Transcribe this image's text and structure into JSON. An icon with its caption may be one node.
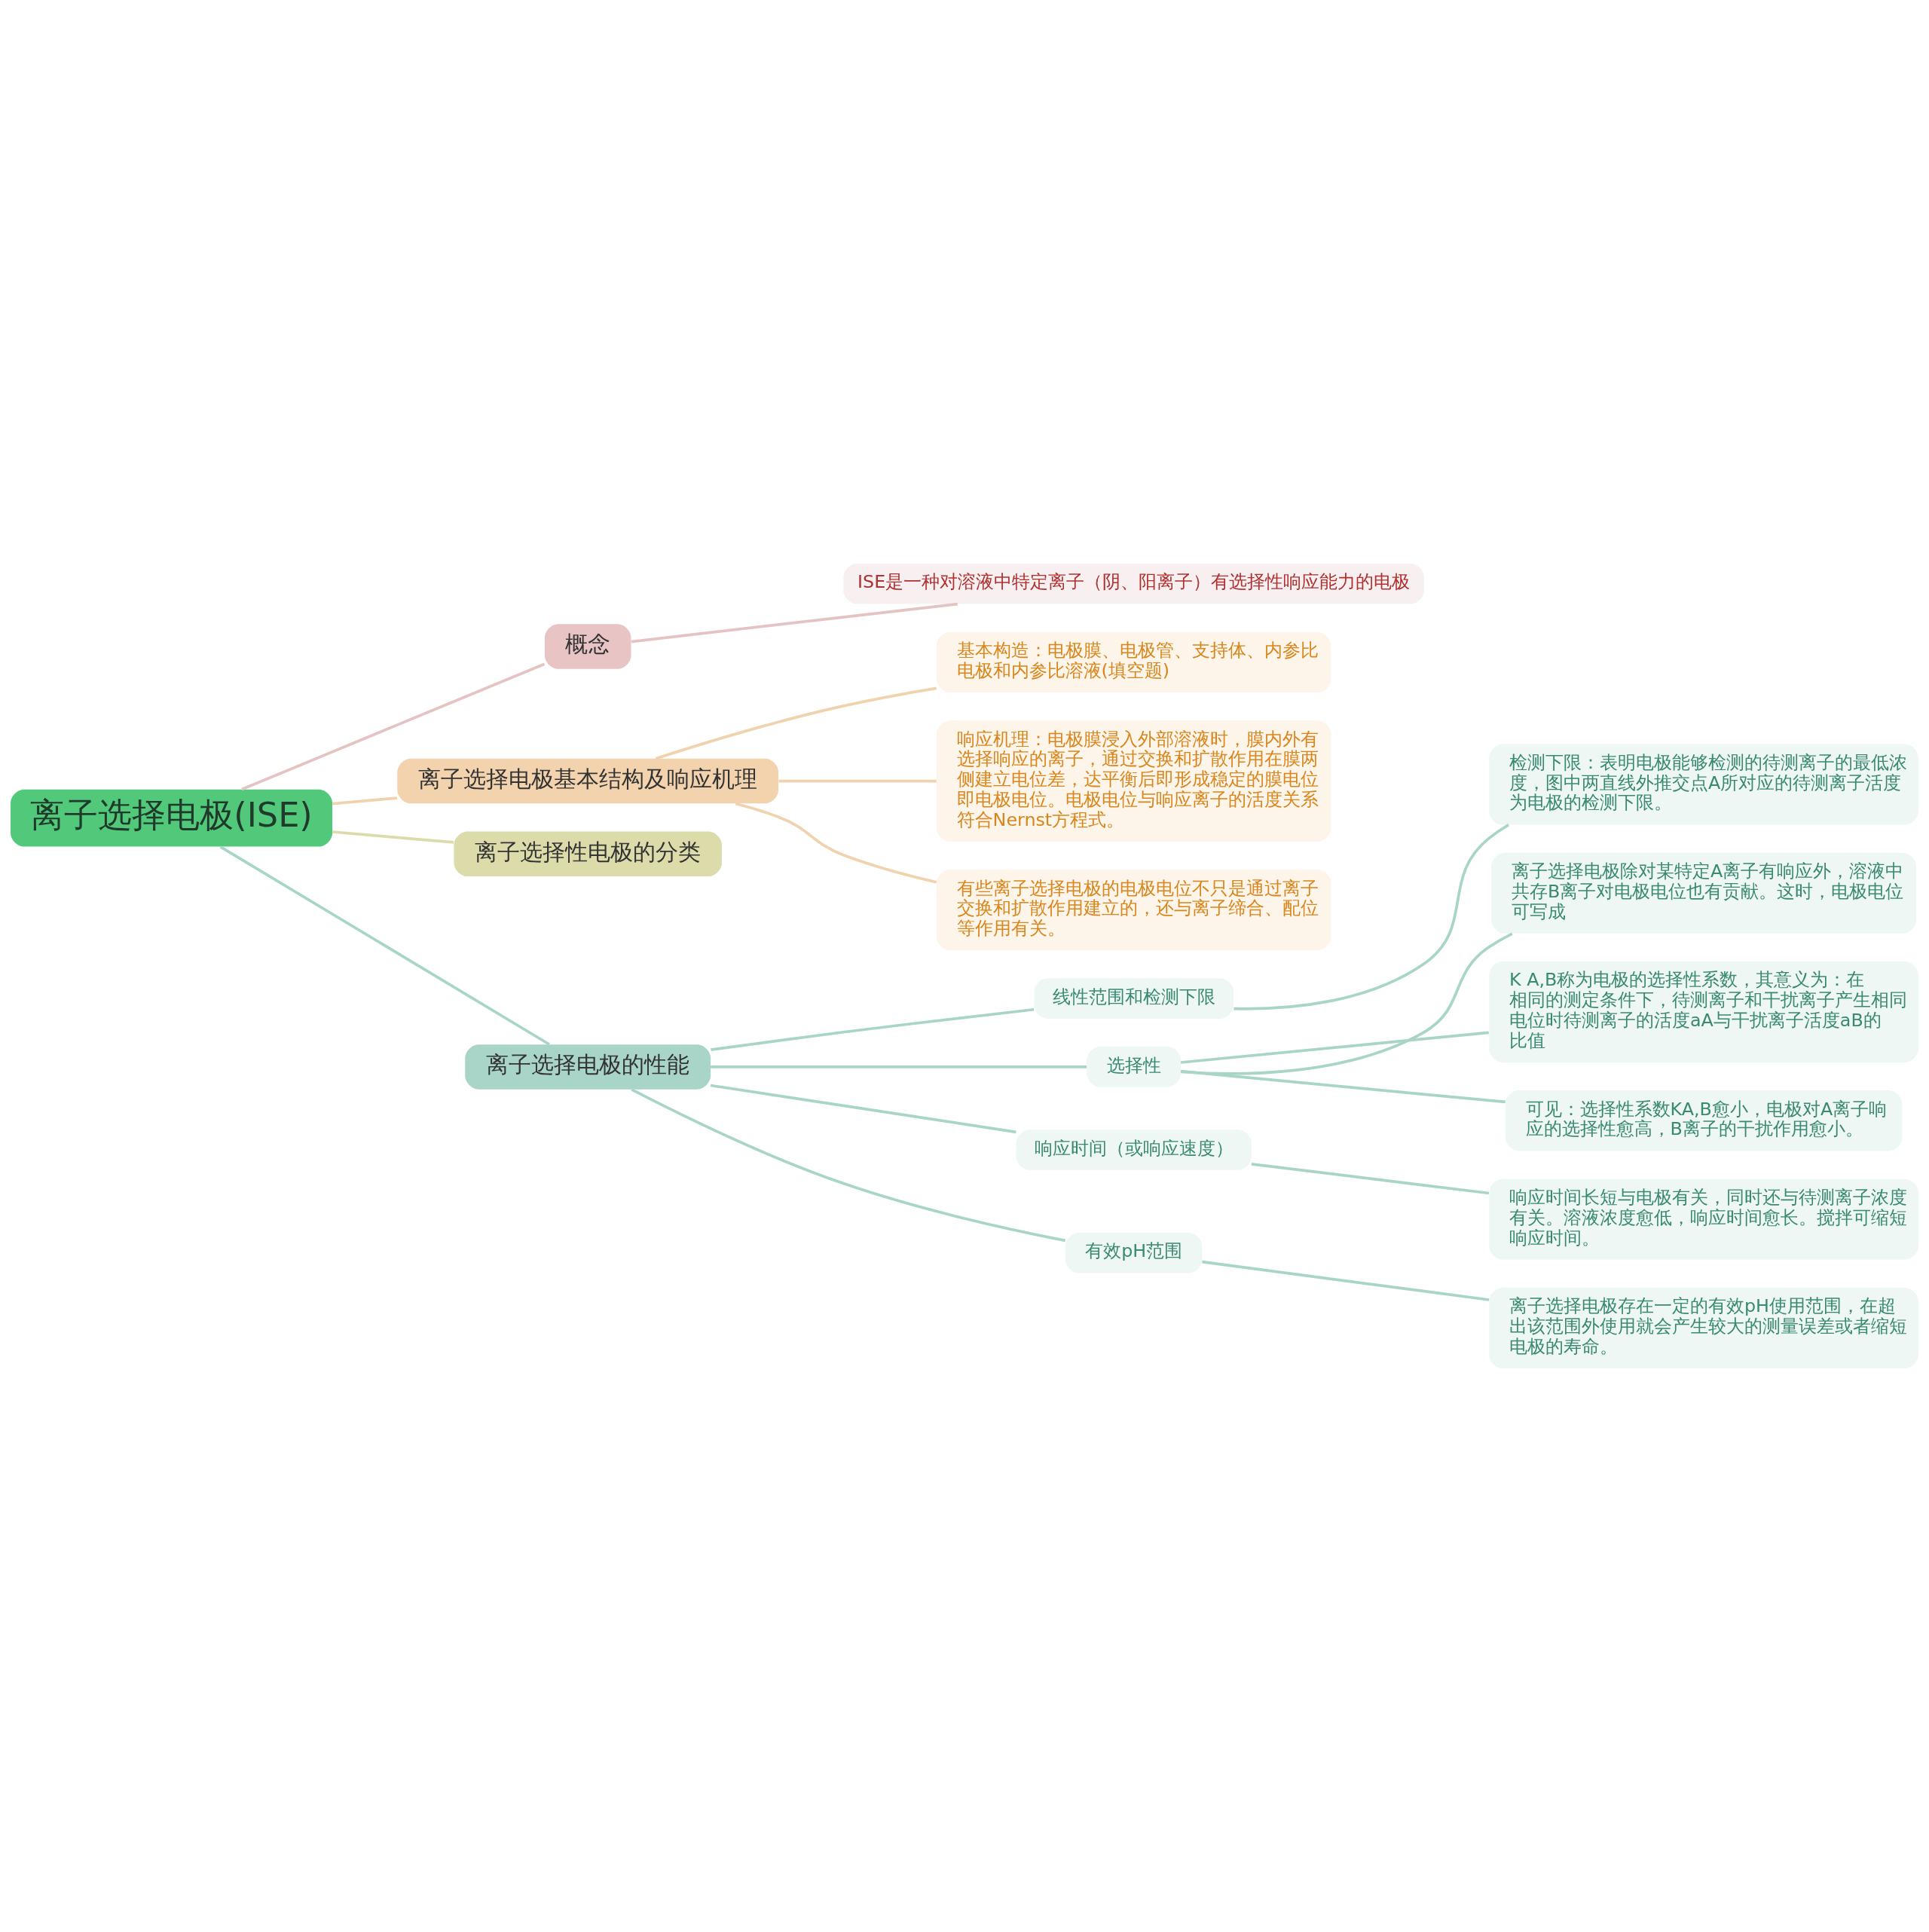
{
  "diagram": {
    "nodes": [
      {
        "text": [
          "离子选择电极(ISE)"
        ]
      },
      {
        "text": [
          "概念"
        ]
      },
      {
        "text": [
          "ISE是一种对溶液中特定离子（阴、阳离子）有选择性响应能力的电极"
        ]
      },
      {
        "text": [
          "离子选择电极基本结构及响应机理"
        ]
      },
      {
        "text": [
          "基本构造：电极膜、电极管、支持体、内参比电极和内参比溶液(填空题)"
        ]
      },
      {
        "text": [
          "响应机理：电极膜浸入外部溶液时，膜内外有选择响应的离子，通过交换和扩散作用在膜两侧建立电位差，达平衡后即形成稳定的膜电位即电极电位。电极电位与响应离子的活度关系符合Nernst方程式。"
        ]
      },
      {
        "text": [
          "有些离子选择电极的电极电位不只是通过离子交换和扩散作用建立的，还与离子缔合、配位等作用有关。"
        ]
      },
      {
        "text": [
          "离子选择性电极的分类"
        ]
      },
      {
        "text": [
          "离子选择电极的性能"
        ]
      },
      {
        "text": [
          "线性范围和检测下限"
        ]
      },
      {
        "text": [
          "检测下限：表明电极能够检测的待测离子的最低浓度，图中两直线外推交点A所对应的待测离子活度为电极的检测下限。"
        ]
      },
      {
        "text": [
          "选择性"
        ]
      },
      {
        "text": [
          "离子选择电极除对某特定A离子有响应外，溶液中共存B离子对电极电位也有贡献。这时，电极电位可写成"
        ]
      },
      {
        "text": [
          "K A,B称为电极的选择性系数，其意义为：在相同的测定条件下，待测离子和干扰离子产生相同电位时待测离子的活度aA与干扰离子活度aB的比值"
        ]
      },
      {
        "text": [
          "可见：选择性系数KA,B愈小，电极对A离子响应的选择性愈高，B离子的干扰作用愈小。"
        ]
      },
      {
        "text": [
          "响应时间（或响应速度）"
        ]
      },
      {
        "text": [
          "响应时间长短与电极有关，同时还与待测离子浓度有关。溶液浓度愈低，响应时间愈长。搅拌可缩短响应时间。"
        ]
      },
      {
        "text": [
          "有效pH范围"
        ]
      },
      {
        "text": [
          "离子选择电极存在一定的有效pH使用范围，在超出该范围外使用就会产生较大的测量误差或者缩短电极的寿命。"
        ]
      }
    ],
    "edges": [
      {
        "from": 0,
        "to": 1,
        "arrow": "none",
        "color": "#e6c3c3"
      },
      {
        "from": 1,
        "to": 2,
        "arrow": "none",
        "color": "#e6c3c3"
      },
      {
        "from": 0,
        "to": 3,
        "arrow": "none",
        "color": "#f0d3ae"
      },
      {
        "from": 3,
        "to": 4,
        "arrow": "none",
        "color": "#f0d3ae"
      },
      {
        "from": 3,
        "to": 5,
        "arrow": "none",
        "color": "#f0d3ae"
      },
      {
        "from": 3,
        "to": 6,
        "arrow": "none",
        "color": "#f0d3ae"
      },
      {
        "from": 0,
        "to": 7,
        "arrow": "none",
        "color": "#dcdbab"
      },
      {
        "from": 0,
        "to": 8,
        "arrow": "none"
      },
      {
        "from": 8,
        "to": 9,
        "arrow": "none"
      },
      {
        "from": 9,
        "to": 10,
        "arrow": "none"
      },
      {
        "from": 8,
        "to": 11,
        "arrow": "none"
      },
      {
        "from": 11,
        "to": 12,
        "arrow": "none"
      },
      {
        "from": 11,
        "to": 13,
        "arrow": "none"
      },
      {
        "from": 11,
        "to": 14,
        "arrow": "none"
      },
      {
        "from": 8,
        "to": 15,
        "arrow": "none"
      },
      {
        "from": 15,
        "to": 16,
        "arrow": "none"
      },
      {
        "from": 8,
        "to": 17,
        "arrow": "none"
      },
      {
        "from": 17,
        "to": 18,
        "arrow": "none"
      }
    ]
  }
}
